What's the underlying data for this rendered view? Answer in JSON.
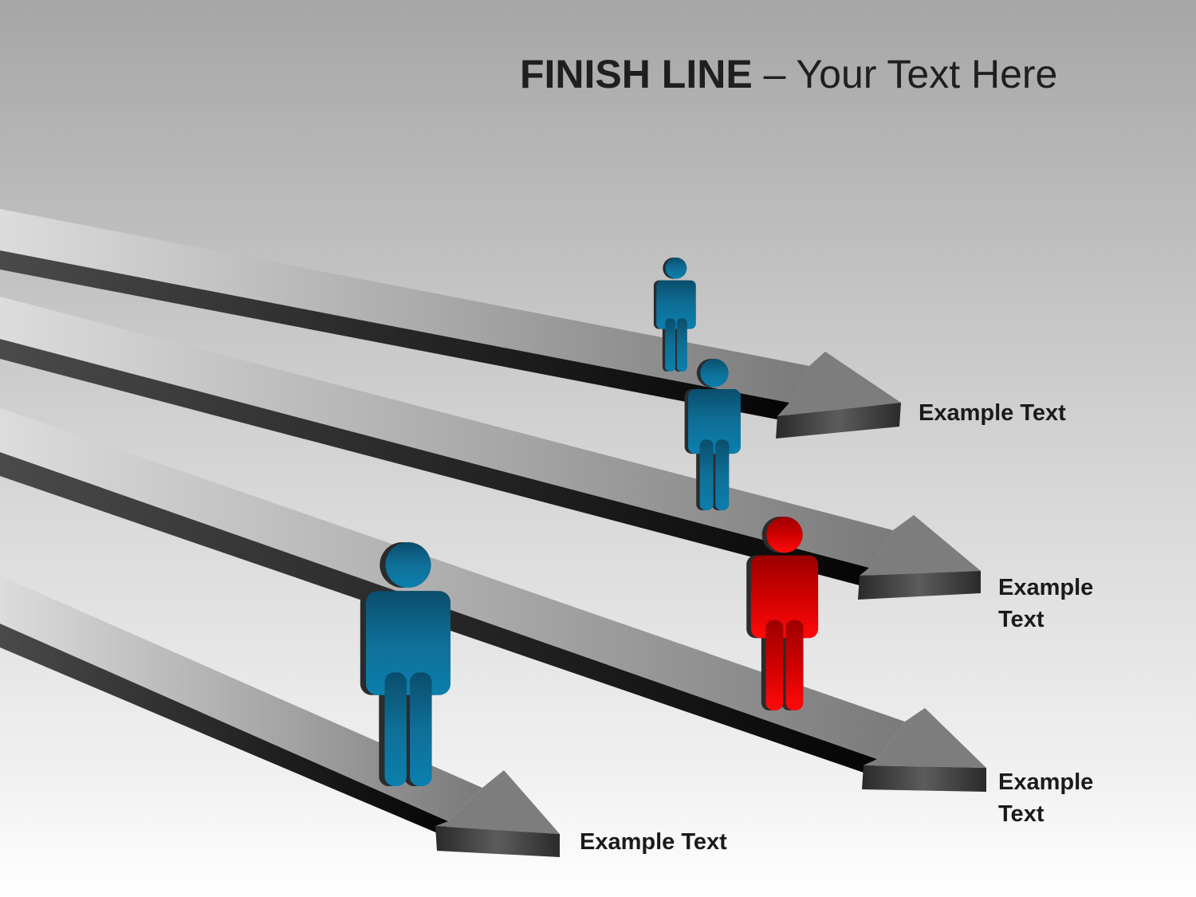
{
  "slide": {
    "title_strong": "FINISH LINE",
    "title_separator": " – ",
    "title_rest": "Your Text Here"
  },
  "lanes": [
    {
      "label": "Example Text"
    },
    {
      "label": "Example\nText"
    },
    {
      "label": "Example\nText"
    },
    {
      "label": "Example Text"
    }
  ],
  "figures": [
    {
      "color": "blue"
    },
    {
      "color": "blue"
    },
    {
      "color": "red"
    },
    {
      "color": "blue"
    }
  ],
  "colors": {
    "figure_blue": "#0f6f97",
    "figure_red": "#e00000",
    "arrow_top": "#a3a3a3",
    "arrow_side": "#202020",
    "text": "#1a1a1a"
  }
}
